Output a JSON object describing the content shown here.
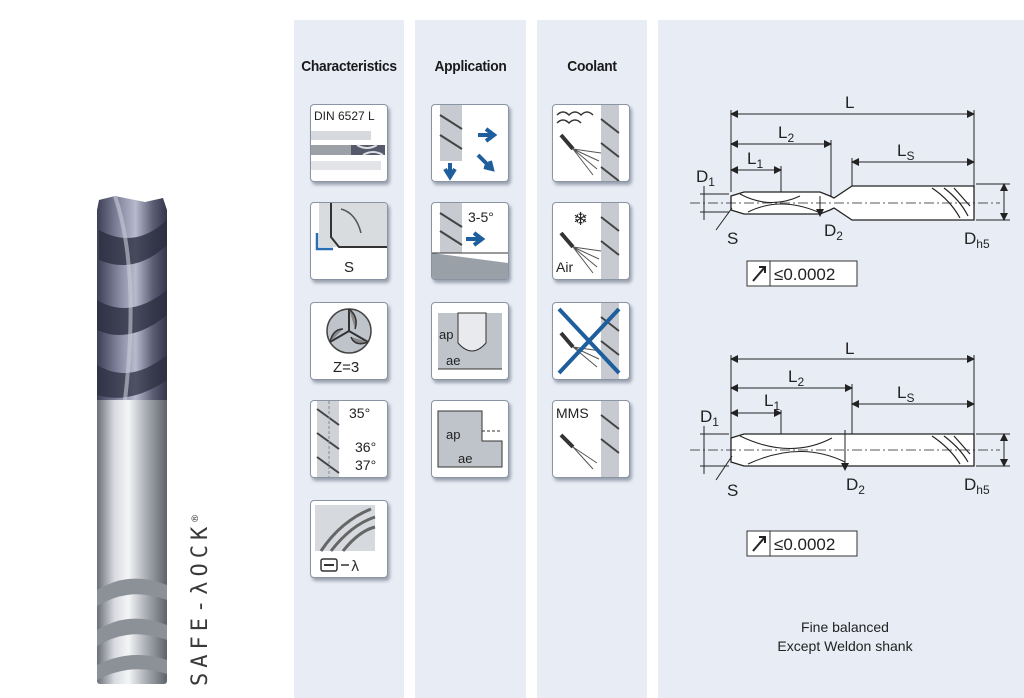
{
  "brand": {
    "wordmark": "SAFE-λOCK",
    "registered": "®"
  },
  "columns": {
    "characteristics": {
      "title": "Characteristics",
      "tiles": [
        {
          "name": "din-standard",
          "label": "DIN 6527 L"
        },
        {
          "name": "corner-chamfer",
          "label": "S"
        },
        {
          "name": "flute-count",
          "label": "Z=3"
        },
        {
          "name": "helix-angles",
          "labels": [
            "35°",
            "36°",
            "37°"
          ]
        },
        {
          "name": "safe-lock-shank"
        }
      ]
    },
    "application": {
      "title": "Application",
      "tiles": [
        {
          "name": "drilling-slotting"
        },
        {
          "name": "ramping",
          "label": "3-5°"
        },
        {
          "name": "slot-milling",
          "labels": [
            "ap",
            "ae"
          ]
        },
        {
          "name": "shoulder-milling",
          "labels": [
            "ap",
            "ae"
          ]
        }
      ]
    },
    "coolant": {
      "title": "Coolant",
      "tiles": [
        {
          "name": "emulsion"
        },
        {
          "name": "air",
          "label": "Air"
        },
        {
          "name": "dry"
        },
        {
          "name": "mms",
          "label": "MMS"
        }
      ]
    }
  },
  "drawings": {
    "labels": {
      "L": "L",
      "L2": "L",
      "L2sub": "2",
      "L1": "L",
      "L1sub": "1",
      "Ls": "L",
      "Lssub": "S",
      "D1": "D",
      "D1sub": "1",
      "D2": "D",
      "D2sub": "2",
      "Dh5": "D",
      "Dh5sub": "h5",
      "S": "S"
    },
    "runout": "≤0.0002"
  },
  "notes": [
    "Fine balanced",
    "Except Weldon shank"
  ]
}
